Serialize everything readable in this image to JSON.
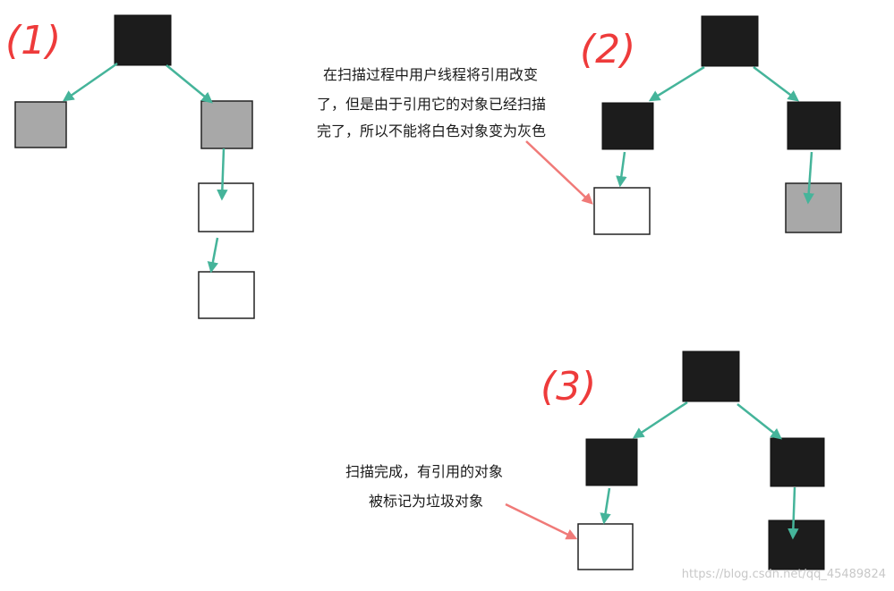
{
  "stages": [
    {
      "label": "(1)"
    },
    {
      "label": "(2)"
    },
    {
      "label": "(3)"
    }
  ],
  "annotations": {
    "stage2_note": [
      "在扫描过程中用户线程将引用改变",
      "了，但是由于引用它的对象已经扫描",
      "完了，所以不能将白色对象变为灰色"
    ],
    "stage3_note": [
      "扫描完成，有引用的对象",
      "被标记为垃圾对象"
    ]
  },
  "watermark": "https://blog.csdn.net/qq_45489824",
  "colors": {
    "black_node": "#1c1c1c",
    "gray_node": "#a8a8a8",
    "white_node": "#ffffff",
    "edge_arrow": "#45b49a",
    "pointer_arrow": "#f07a78",
    "stage_label": "#ee3b3b"
  }
}
